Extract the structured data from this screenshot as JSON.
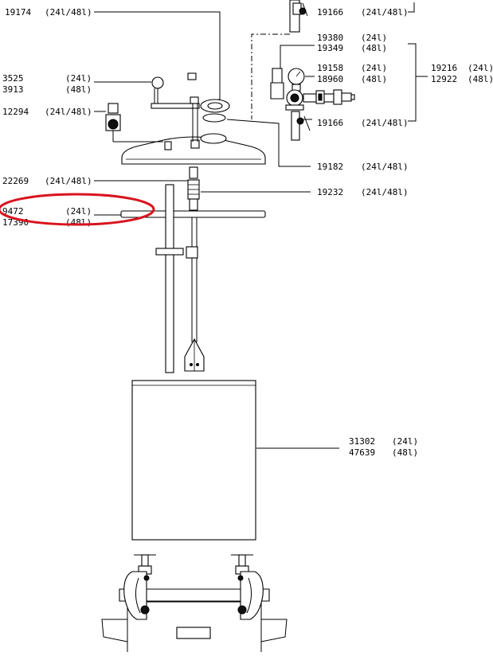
{
  "callouts": {
    "c19174": {
      "num": "19174",
      "size": "(24l/48l)"
    },
    "c19166_top": {
      "num": "19166",
      "size": "(24l/48l)"
    },
    "c19380": {
      "num": "19380",
      "size": "(24l)"
    },
    "c19349": {
      "num": "19349",
      "size": "(48l)"
    },
    "c19158": {
      "num": "19158",
      "size": "(24l)"
    },
    "c18960": {
      "num": "18960",
      "size": "(48l)"
    },
    "c19216": {
      "num": "19216",
      "size": "(24l)"
    },
    "c12922": {
      "num": "12922",
      "size": "(48l)"
    },
    "c3525": {
      "num": "3525",
      "size": "(24l)"
    },
    "c3913": {
      "num": "3913",
      "size": "(48l)"
    },
    "c12294": {
      "num": "12294",
      "size": "(24l/48l)"
    },
    "c19166_mid": {
      "num": "19166",
      "size": "(24l/48l)"
    },
    "c19182": {
      "num": "19182",
      "size": "(24l/48l)"
    },
    "c22269": {
      "num": "22269",
      "size": "(24l/48l)"
    },
    "c19232": {
      "num": "19232",
      "size": "(24l/48l)"
    },
    "c9472": {
      "num": "9472",
      "size": "(24l)"
    },
    "c17390": {
      "num": "17390",
      "size": "(48l)"
    },
    "c31302": {
      "num": "31302",
      "size": "(24l)"
    },
    "c47639": {
      "num": "47639",
      "size": "(48l)"
    }
  },
  "highlight": {
    "color": "#d9131e"
  }
}
